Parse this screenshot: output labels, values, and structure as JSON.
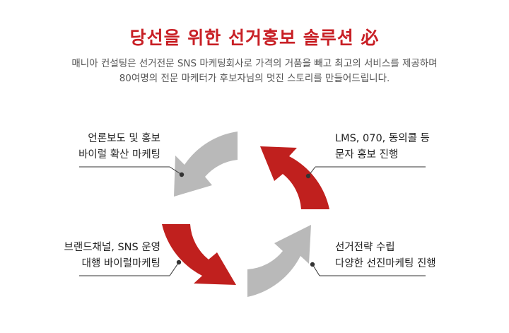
{
  "header": {
    "title": "당선을 위한 선거홍보 솔루션 必",
    "subtitle_line1": "매니아 컨설팅은 선거전문 SNS 마케팅회사로 가격의 거품을 빼고 최고의 서비스를 제공하며",
    "subtitle_line2": "80여명의 전문 마케터가 후보자님의 멋진 스토리를 만들어드립니다."
  },
  "steps": {
    "top_left": {
      "line1": "언론보도 및 홍보",
      "line2": "바이럴 확산 마케팅"
    },
    "top_right": {
      "line1": "LMS, 070, 동의콜 등",
      "line2": "문자 홍보 진행"
    },
    "bottom_left": {
      "line1": "브랜드채널, SNS 운영",
      "line2": "대행 바이럴마케팅"
    },
    "bottom_right": {
      "line1": "선거전략 수립",
      "line2": "다양한 선진마케팅 진행"
    }
  },
  "colors": {
    "title": "#c81f25",
    "red_arrow": "#c0201e",
    "gray_arrow": "#b9b9b9",
    "leader_line": "#333333"
  }
}
